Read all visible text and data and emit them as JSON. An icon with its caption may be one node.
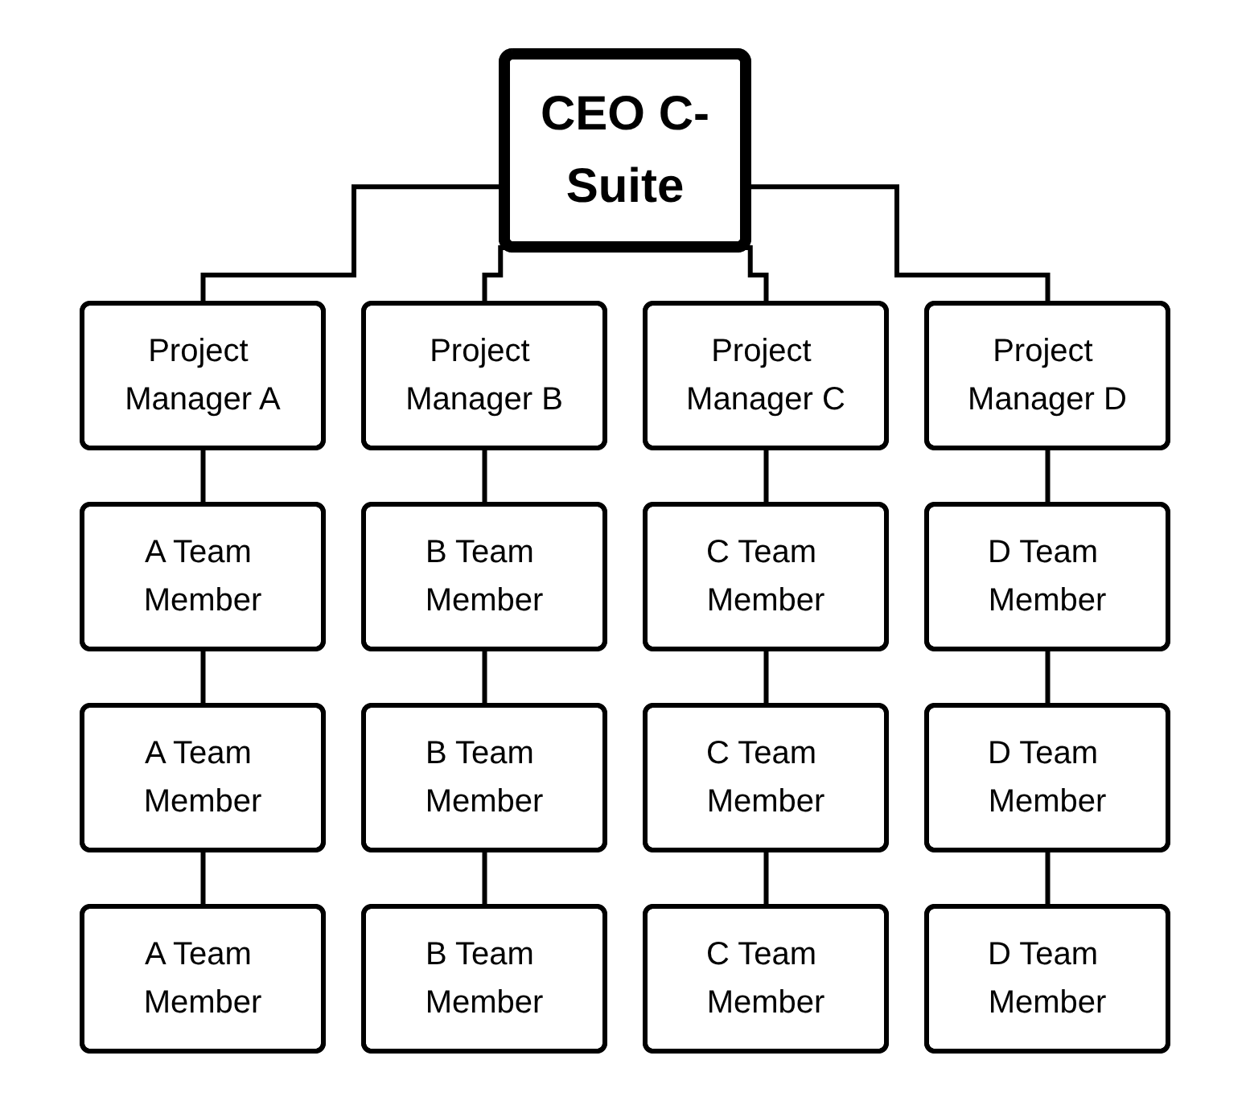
{
  "diagram": {
    "nodes": [
      {
        "text": [
          "CEO C-Suite"
        ]
      },
      {
        "text": [
          "Project Manager A"
        ]
      },
      {
        "text": [
          "Project Manager B"
        ]
      },
      {
        "text": [
          "Project Manager C"
        ]
      },
      {
        "text": [
          "Project Manager D"
        ]
      },
      {
        "text": [
          "A Team Member"
        ]
      },
      {
        "text": [
          "B Team Member"
        ]
      },
      {
        "text": [
          "C Team Member"
        ]
      },
      {
        "text": [
          "D Team Member"
        ]
      },
      {
        "text": [
          "A Team Member"
        ]
      },
      {
        "text": [
          "B Team Member"
        ]
      },
      {
        "text": [
          "C Team Member"
        ]
      },
      {
        "text": [
          "D Team Member"
        ]
      },
      {
        "text": [
          "A Team Member"
        ]
      },
      {
        "text": [
          "B Team Member"
        ]
      },
      {
        "text": [
          "C Team Member"
        ]
      },
      {
        "text": [
          "D Team Member"
        ]
      }
    ],
    "edges": [
      {
        "from": 0,
        "to": 1,
        "arrow": "none"
      },
      {
        "from": 0,
        "to": 2,
        "arrow": "none"
      },
      {
        "from": 0,
        "to": 3,
        "arrow": "none"
      },
      {
        "from": 0,
        "to": 4,
        "arrow": "none"
      },
      {
        "from": 1,
        "to": 5,
        "arrow": "none"
      },
      {
        "from": 2,
        "to": 6,
        "arrow": "none"
      },
      {
        "from": 3,
        "to": 7,
        "arrow": "none"
      },
      {
        "from": 4,
        "to": 8,
        "arrow": "none"
      },
      {
        "from": 5,
        "to": 9,
        "arrow": "none"
      },
      {
        "from": 6,
        "to": 10,
        "arrow": "none"
      },
      {
        "from": 7,
        "to": 11,
        "arrow": "none"
      },
      {
        "from": 8,
        "to": 12,
        "arrow": "none"
      },
      {
        "from": 9,
        "to": 13,
        "arrow": "none"
      },
      {
        "from": 10,
        "to": 14,
        "arrow": "none"
      },
      {
        "from": 11,
        "to": 15,
        "arrow": "none"
      },
      {
        "from": 12,
        "to": 16,
        "arrow": "none"
      }
    ]
  }
}
